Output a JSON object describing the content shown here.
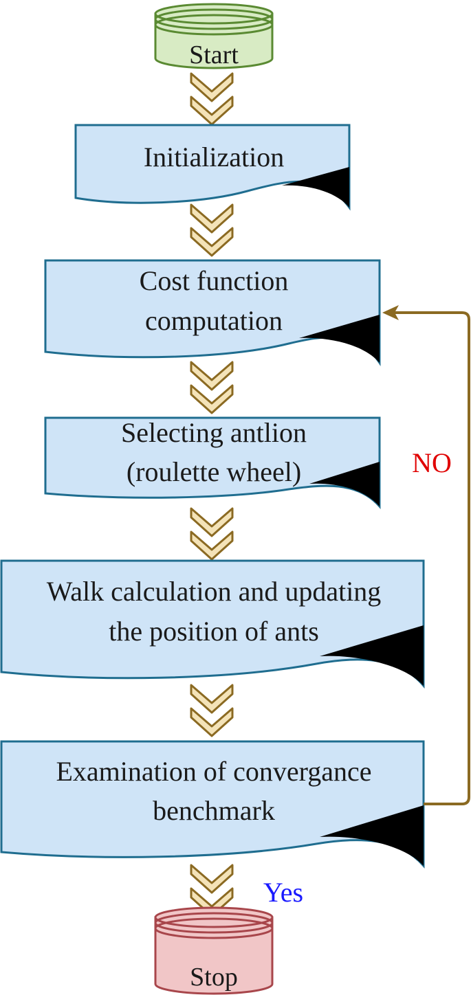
{
  "colors": {
    "start_fill": "#d8ebc4",
    "start_stroke": "#5a8a32",
    "stop_fill": "#f1c6c7",
    "stop_stroke": "#a8464b",
    "box_fill": "#cfe4f7",
    "box_stroke": "#1f6d8f",
    "connector_fill": "#f4e3b8",
    "connector_stroke": "#8b6a22",
    "loop_line": "#8b6a22",
    "no_label": "#e00000",
    "yes_label": "#1a1aff",
    "text": "#1a1a1a",
    "corner": "#000000"
  },
  "terminals": {
    "start": {
      "label": "Start",
      "shape": "cylinder"
    },
    "stop": {
      "label": "Stop",
      "shape": "cylinder"
    }
  },
  "steps": [
    {
      "id": "init",
      "lines": [
        "Initialization"
      ],
      "shape": "document"
    },
    {
      "id": "cost",
      "lines": [
        "Cost function",
        "computation"
      ],
      "shape": "document"
    },
    {
      "id": "select",
      "lines": [
        "Selecting antlion",
        "(roulette wheel)"
      ],
      "shape": "document"
    },
    {
      "id": "walk",
      "lines": [
        "Walk calculation and updating",
        "the position of ants"
      ],
      "shape": "document"
    },
    {
      "id": "exam",
      "lines": [
        "Examination of convergance",
        "benchmark"
      ],
      "shape": "document"
    }
  ],
  "connector_icon": "double-chevron-down",
  "branches": {
    "no_label": "NO",
    "yes_label": "Yes"
  }
}
